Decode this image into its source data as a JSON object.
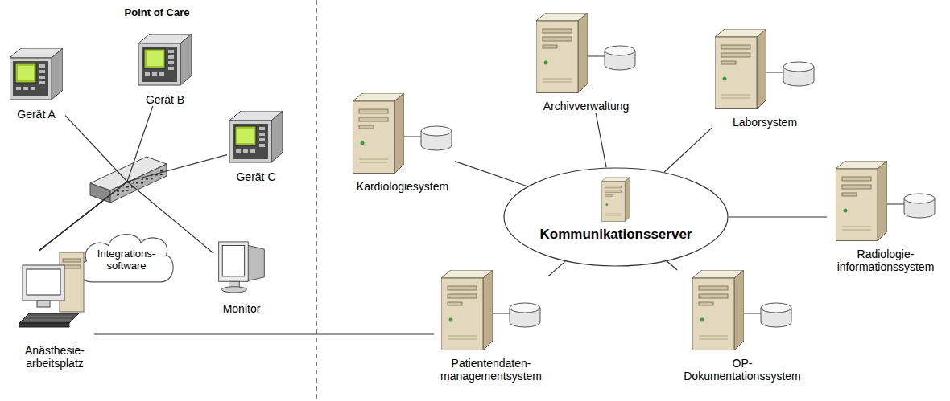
{
  "diagram": {
    "nodes": [
      {
        "text": [
          "Gerät A"
        ]
      },
      {
        "text": [
          "Gerät B"
        ]
      },
      {
        "text": [
          "Gerät C"
        ]
      },
      {
        "text": [
          "Monitor"
        ]
      },
      {
        "text": [
          "Integrations- software"
        ]
      },
      {
        "text": [
          "Anästhesie- arbeitsplatz"
        ]
      },
      {
        "text": [
          "Archivverwaltung"
        ]
      },
      {
        "text": [
          "Laborsystem"
        ]
      },
      {
        "text": [
          "Kardiologiesystem"
        ]
      },
      {
        "text": [
          "Kommunikationsserver"
        ]
      },
      {
        "text": [
          "Radiologie- informationssystem"
        ]
      },
      {
        "text": [
          "Patientendaten- managementsystem"
        ]
      },
      {
        "text": [
          "OP- Dokumentationssystem"
        ]
      }
    ],
    "edges": [
      {
        "from": 0,
        "to": 5,
        "arrow": "none"
      },
      {
        "from": 1,
        "to": 5,
        "arrow": "none"
      },
      {
        "from": 2,
        "to": 5,
        "arrow": "none"
      },
      {
        "from": 3,
        "to": 5,
        "arrow": "none"
      },
      {
        "from": 5,
        "to": 11,
        "arrow": "none"
      },
      {
        "from": 8,
        "to": 9,
        "arrow": "none"
      },
      {
        "from": 6,
        "to": 9,
        "arrow": "none"
      },
      {
        "from": 7,
        "to": 9,
        "arrow": "none"
      },
      {
        "from": 10,
        "to": 9,
        "arrow": "none"
      },
      {
        "from": 12,
        "to": 9,
        "arrow": "none"
      },
      {
        "from": 11,
        "to": 9,
        "arrow": "none"
      }
    ],
    "labels": [
      "Point of Care"
    ]
  }
}
